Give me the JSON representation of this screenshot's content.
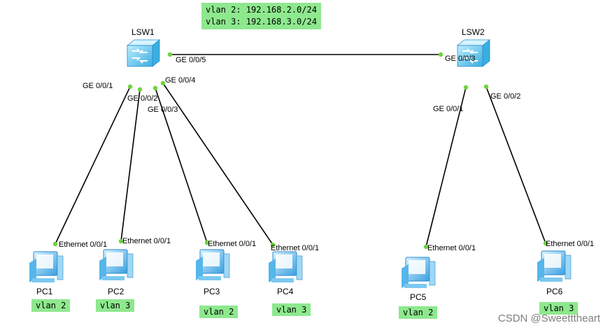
{
  "note": {
    "line1": "vlan 2: 192.168.2.0/24",
    "line2": "vlan 3: 192.168.3.0/24"
  },
  "switches": [
    {
      "name": "LSW1"
    },
    {
      "name": "LSW2"
    }
  ],
  "pcs": [
    {
      "name": "PC1",
      "vlan": "vlan 2"
    },
    {
      "name": "PC2",
      "vlan": "vlan 3"
    },
    {
      "name": "PC3",
      "vlan": "vlan 2"
    },
    {
      "name": "PC4",
      "vlan": "vlan 3"
    },
    {
      "name": "PC5",
      "vlan": "vlan 2"
    },
    {
      "name": "PC6",
      "vlan": "vlan 3"
    }
  ],
  "ports": {
    "lsw1_ge5": "GE 0/0/5",
    "lsw2_ge3": "GE 0/0/3",
    "lsw1_ge1": "GE 0/0/1",
    "lsw1_ge2": "GE 0/0/2",
    "lsw1_ge3": "GE 0/0/3",
    "lsw1_ge4": "GE 0/0/4",
    "lsw2_ge1": "GE 0/0/1",
    "lsw2_ge2": "GE 0/0/2",
    "pc_eth": "Ethernet 0/0/1"
  },
  "watermark": "CSDN @Sweetttheart",
  "colors": {
    "link": "#000000",
    "port_dot": "#6fd43a",
    "tag_bg": "#8ee88e"
  }
}
